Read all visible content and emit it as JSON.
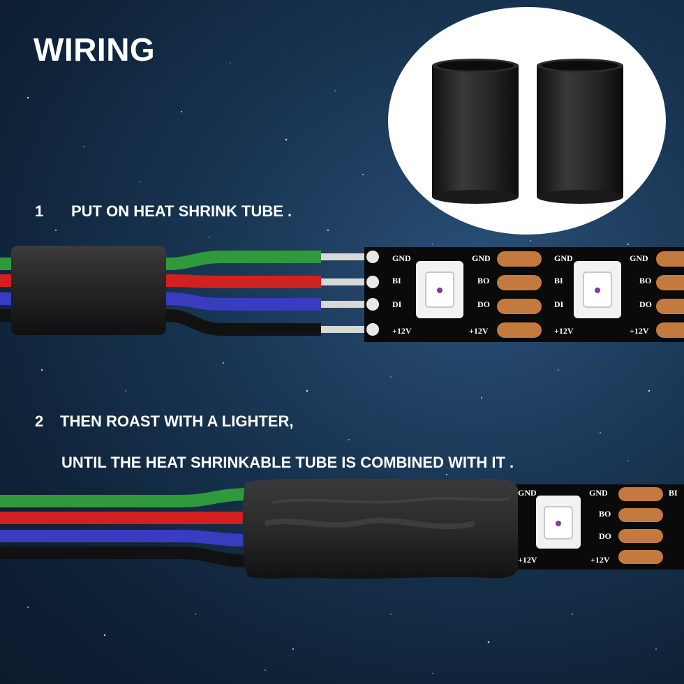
{
  "title": "WIRING",
  "steps": [
    {
      "number": "1",
      "text": "PUT ON HEAT SHRINK TUBE ."
    },
    {
      "number": "2",
      "text": "THEN ROAST WITH A LIGHTER,",
      "text2": "UNTIL THE HEAT SHRINKABLE TUBE IS COMBINED WITH IT ."
    }
  ],
  "strip_labels": {
    "gnd": "GND",
    "bi": "BI",
    "di": "DI",
    "bo": "BO",
    "do": "DO",
    "v12": "+12V"
  },
  "wire_colors": {
    "green": "#2f9a3c",
    "red": "#d02020",
    "blue": "#3a3cc0",
    "black": "#111111"
  },
  "accent_colors": {
    "strip": "#0a0a0a",
    "pad": "#c47a3e",
    "tube": "#232323"
  }
}
